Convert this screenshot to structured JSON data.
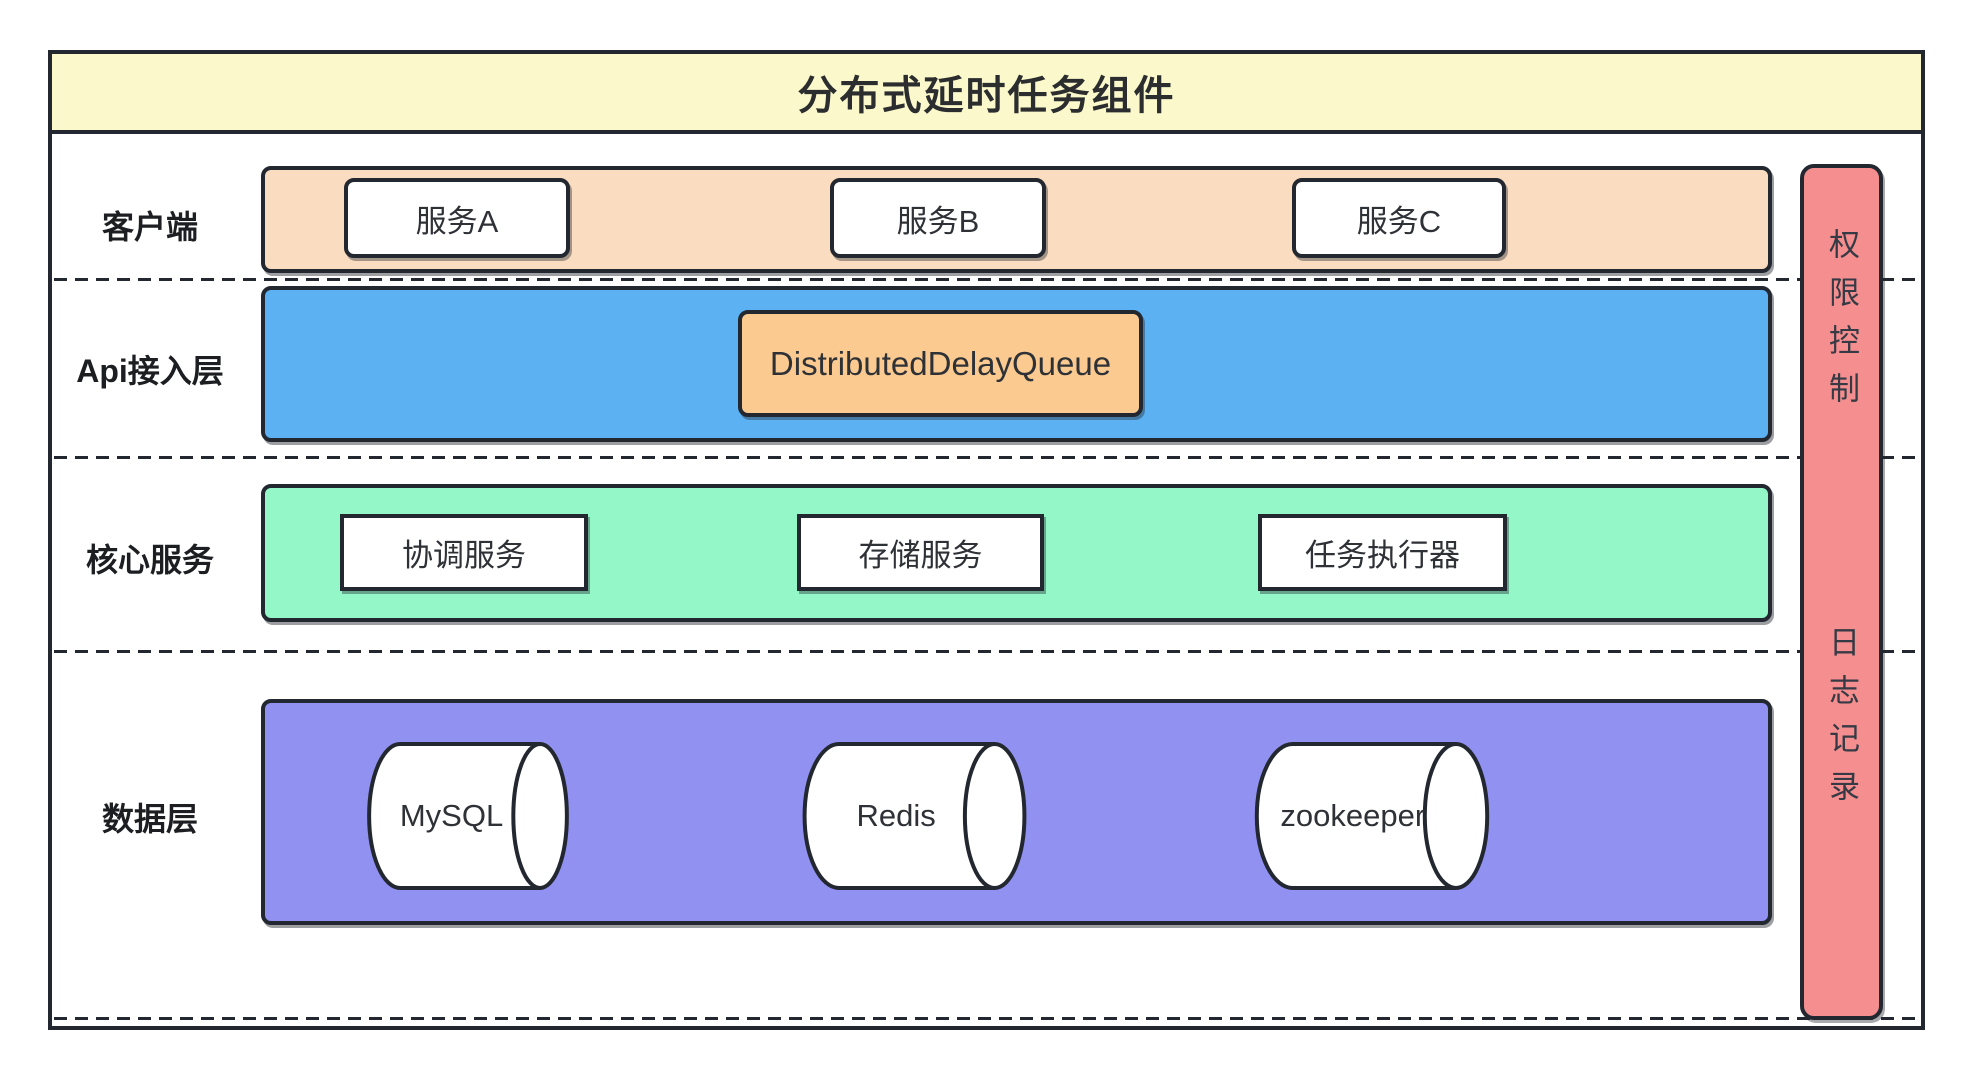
{
  "diagram_title": "分布式延时任务组件",
  "colors": {
    "title_band": "#FBF9CC",
    "client_band": "#FADCC1",
    "api_band": "#5BB1F2",
    "api_component": "#FBCA90",
    "core_band": "#93F7C8",
    "data_band": "#9191F1",
    "sidebar_bar": "#F58E8E",
    "outline": "#232830"
  },
  "layers": {
    "client": {
      "label": "客户端",
      "services": [
        "服务A",
        "服务B",
        "服务C"
      ]
    },
    "api": {
      "label": "Api接入层",
      "component": "DistributedDelayQueue"
    },
    "core": {
      "label": "核心服务",
      "services": [
        "协调服务",
        "存储服务",
        "任务执行器"
      ]
    },
    "data": {
      "label": "数据层",
      "stores": [
        "MySQL",
        "Redis",
        "zookeeper"
      ]
    }
  },
  "sidebar": {
    "top": "权限控制",
    "bottom": "日志记录"
  }
}
